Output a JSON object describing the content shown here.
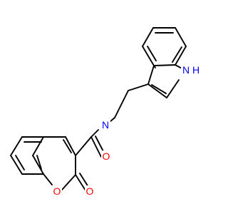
{
  "molecule": {
    "atoms": [
      {
        "id": "N_amide",
        "label": "N",
        "element": "N"
      },
      {
        "id": "N_indole",
        "label": "N",
        "element": "N"
      },
      {
        "id": "H_indole",
        "label": "H",
        "element": "H"
      },
      {
        "id": "O_carbonyl",
        "label": "O",
        "element": "O"
      },
      {
        "id": "O_ring",
        "label": "O",
        "element": "O"
      },
      {
        "id": "O_lactone",
        "label": "O",
        "element": "O"
      }
    ],
    "colors": {
      "bond": "#000000",
      "nitrogen": "#0000ff",
      "oxygen": "#ff0000",
      "background": "#ffffff"
    }
  }
}
